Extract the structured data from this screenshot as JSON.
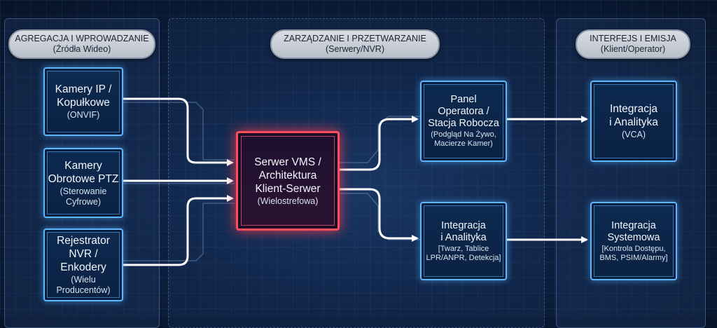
{
  "sections": {
    "left": {
      "line1": "AGREGACJA I WPROWADZANIE",
      "line2": "(Źródła Wideo)"
    },
    "middle": {
      "line1": "ZARZĄDZANIE I PRZETWARZANIE",
      "line2": "(Serwery/NVR)"
    },
    "right": {
      "line1": "INTERFEJS I EMISJA",
      "line2": "(Klient/Operator)"
    }
  },
  "nodes": {
    "cameras_ip": {
      "title": "Kamery IP /\nKopułkowe",
      "sub": "(ONVIF)"
    },
    "cameras_ptz": {
      "title": "Kamery\nObrotowe PTZ",
      "sub": "(Sterowanie\nCyfrowe)"
    },
    "recorder": {
      "title": "Rejestrator\nNVR / Enkodery",
      "sub": "(Wielu\nProducentów)"
    },
    "server": {
      "title": "Serwer VMS /\nArchitektura\nKlient-Serwer",
      "sub": "(Wielostrefowa)"
    },
    "operator": {
      "title": "Panel\nOperatora /\nStacja Robocza",
      "sub": "(Podgląd Na Żywo,\nMacierze Kamer)"
    },
    "analytics_mid": {
      "title": "Integracja\ni Analityka",
      "sub": "[Twarz, Tablice\nLPR/ANPR, Detekcja]"
    },
    "analytics_vca": {
      "title": "Integracja\ni Analityka",
      "sub": "(VCA)"
    },
    "system": {
      "title": "Integracja\nSystemowa",
      "sub": "[Kontrola Dostępu,\nBMS, PSIM/Alarmy]"
    }
  },
  "colors": {
    "node_border": "#5fb6ff",
    "core_border": "#ff4d5e",
    "wire": "#ffffff",
    "background": "#0c1f3f"
  }
}
